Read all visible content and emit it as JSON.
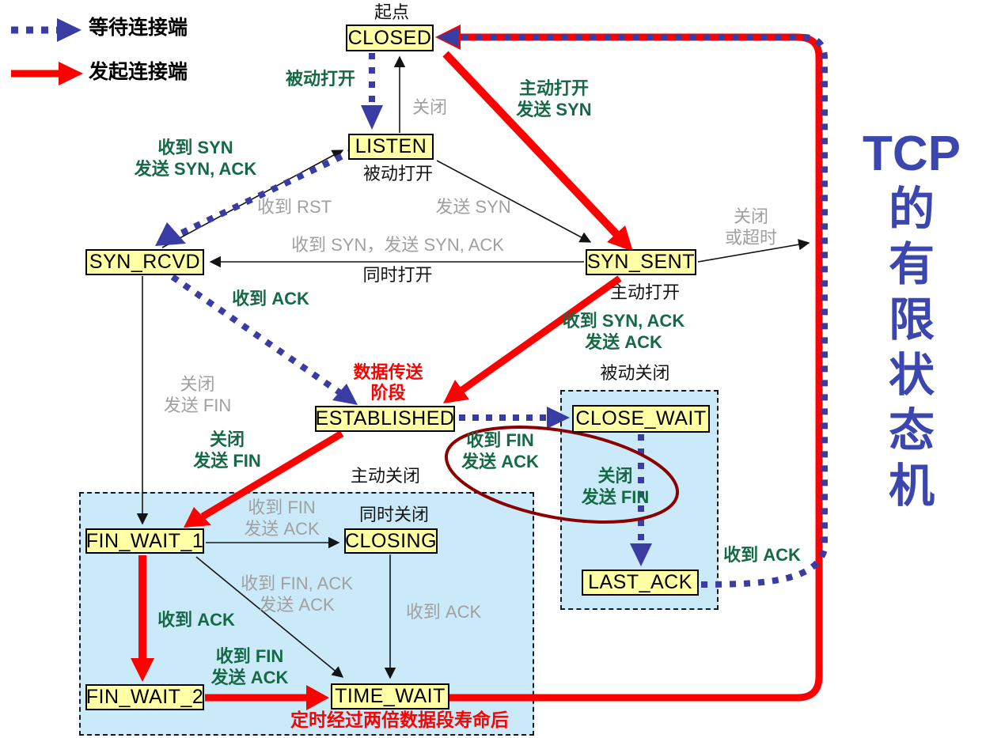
{
  "title": {
    "top": "TCP",
    "chars": [
      "的",
      "有",
      "限",
      "状",
      "态",
      "机"
    ],
    "color": "#3B46AE"
  },
  "legend": {
    "waiting_label": "等待连接端",
    "initiating_label": "发起连接端",
    "waiting_color": "#393da3",
    "initiating_color": "#ff0000"
  },
  "states": {
    "closed": "CLOSED",
    "listen": "LISTEN",
    "syn_rcvd": "SYN_RCVD",
    "syn_sent": "SYN_SENT",
    "established": "ESTABLISHED",
    "close_wait": "CLOSE_WAIT",
    "last_ack": "LAST_ACK",
    "fin_wait_1": "FIN_WAIT_1",
    "closing": "CLOSING",
    "fin_wait_2": "FIN_WAIT_2",
    "time_wait": "TIME_WAIT"
  },
  "labels": {
    "start": "起点",
    "passive_open_green": "被动打开",
    "close_gray_top": "关闭",
    "active_open_l1": "主动打开",
    "active_open_l2": "发送 SYN",
    "recv_syn_l1": "收到 SYN",
    "recv_syn_l2": "发送 SYN, ACK",
    "passive_open_black": "被动打开",
    "recv_rst": "收到 RST",
    "send_syn": "发送 SYN",
    "simul_open_line": "收到 SYN，发送 SYN, ACK",
    "simul_open": "同时打开",
    "close_timeout_l1": "关闭",
    "close_timeout_l2": "或超时",
    "active_open_black": "主动打开",
    "recv_ack_to_established": "收到 ACK",
    "recv_synack_l1": "收到 SYN, ACK",
    "recv_synack_l2": "发送 ACK",
    "data_transfer_l1": "数据传送",
    "data_transfer_l2": "阶段",
    "close_fin_gray_l1": "关闭",
    "close_fin_gray_l2": "发送 FIN",
    "close_fin_green_l1": "关闭",
    "close_fin_green_l2": "发送 FIN",
    "passive_close": "被动关闭",
    "recv_fin_sendack_green_l1": "收到 FIN",
    "recv_fin_sendack_green_l2": "发送 ACK",
    "close_fin_green2_l1": "关闭",
    "close_fin_green2_l2": "发送 FIN",
    "recv_ack_last_ack": "收到 ACK",
    "active_close": "主动关闭",
    "recv_fin_sendack_gray_l1": "收到 FIN",
    "recv_fin_sendack_gray_l2": "发送 ACK",
    "simul_close": "同时关闭",
    "recv_finack_l1": "收到 FIN, ACK",
    "recv_finack_l2": "发送 ACK",
    "recv_ack_fw2": "收到 ACK",
    "recv_ack_closing": "收到 ACK",
    "recv_fin_sendack_green2_l1": "收到 FIN",
    "recv_fin_sendack_green2_l2": "发送 ACK",
    "timer_2msl": "定时经过两倍数据段寿命后"
  },
  "colors": {
    "state_box_fill": "#FFFFA6",
    "region_fill": "#CBEAF9",
    "green_label": "#156945",
    "gray_label": "#A0A0A0",
    "red_arrow": "#FF0000",
    "blue_arrow": "#393DA3",
    "ellipse_stroke": "#8B0000",
    "title_blue": "#3B46AE"
  }
}
